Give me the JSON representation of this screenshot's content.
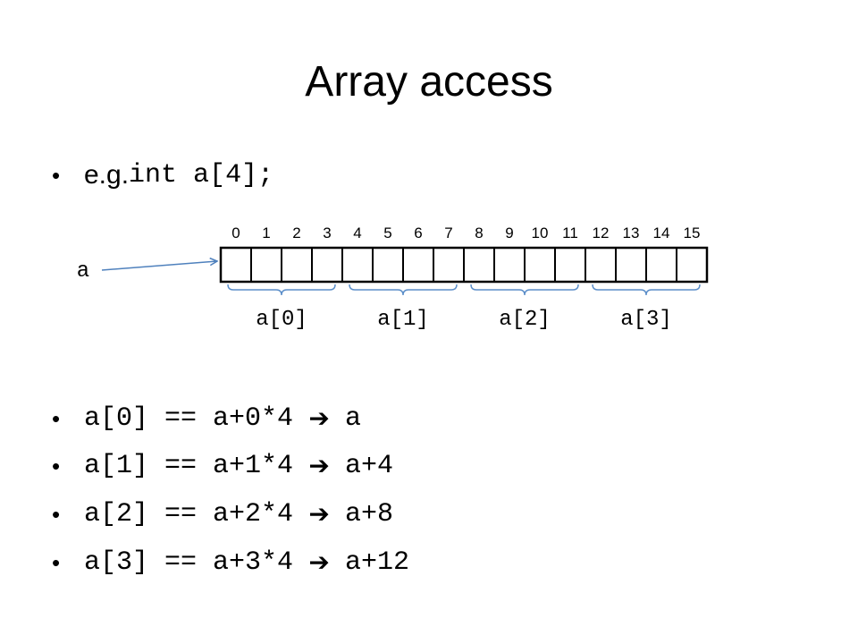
{
  "slide": {
    "title": "Array access",
    "declaration": {
      "prefix": "e.g. ",
      "code": "int a[4];"
    },
    "diagram": {
      "pointer_label": "a",
      "byte_indices": [
        "0",
        "1",
        "2",
        "3",
        "4",
        "5",
        "6",
        "7",
        "8",
        "9",
        "10",
        "11",
        "12",
        "13",
        "14",
        "15"
      ],
      "element_labels": [
        "a[0]",
        "a[1]",
        "a[2]",
        "a[3]"
      ],
      "colors": {
        "cell_border": "#000000",
        "brace": "#5b8ec9",
        "pointer_arrow": "#4f81bd"
      }
    },
    "equations": [
      {
        "lhs": "a[0] == a+0*4",
        "arrow": "➔",
        "rhs": "a"
      },
      {
        "lhs": "a[1] == a+1*4",
        "arrow": "➔",
        "rhs": "a+4"
      },
      {
        "lhs": "a[2] == a+2*4",
        "arrow": "➔",
        "rhs": "a+8"
      },
      {
        "lhs": "a[3] == a+3*4",
        "arrow": "➔",
        "rhs": "a+12"
      }
    ]
  }
}
